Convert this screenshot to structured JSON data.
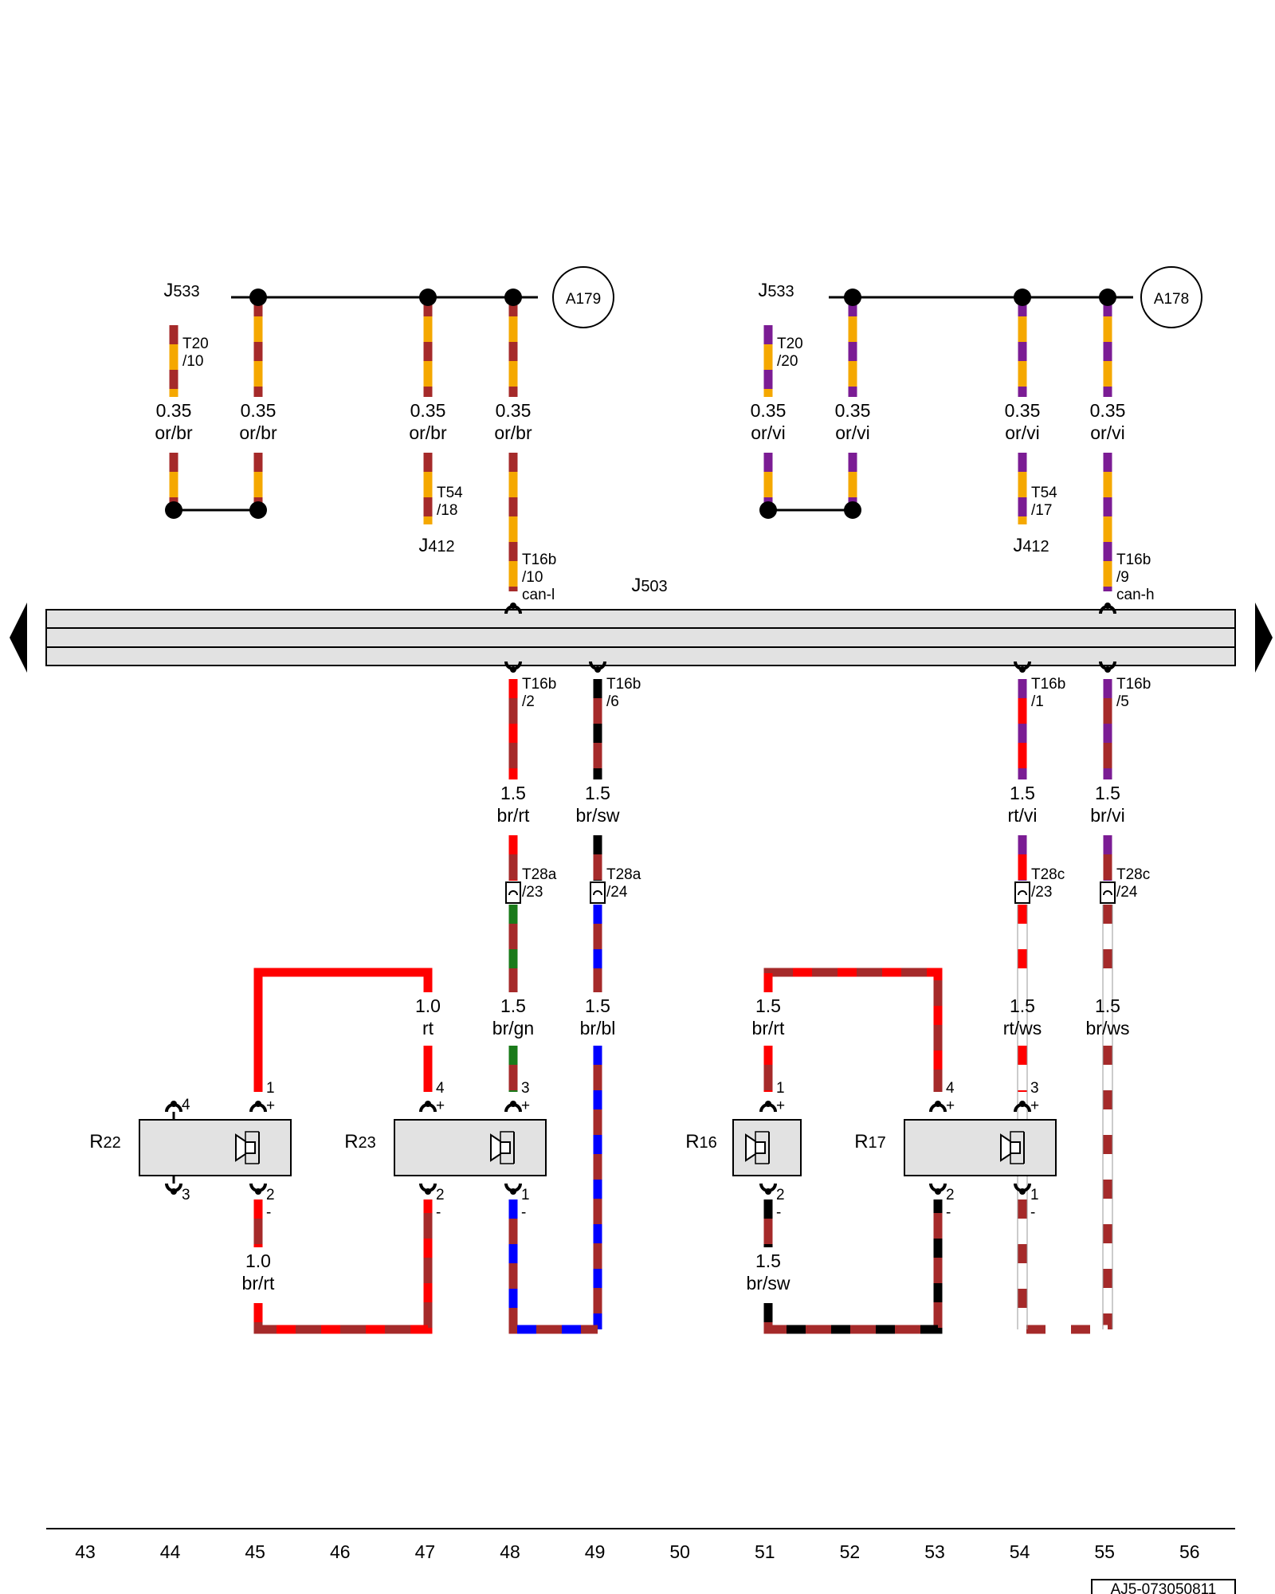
{
  "components": {
    "j533_left": "J533",
    "j533_right": "J533",
    "a179": "A179",
    "a178": "A178",
    "j412_left": "J412",
    "j412_right": "J412",
    "j503": "J503",
    "r22": "R22",
    "r23": "R23",
    "r16": "R16",
    "r17": "R17"
  },
  "wires": {
    "w44": {
      "size": "0.35",
      "color": "or/br"
    },
    "w45": {
      "size": "0.35",
      "color": "or/br"
    },
    "w47": {
      "size": "0.35",
      "color": "or/br"
    },
    "w48_top": {
      "size": "0.35",
      "color": "or/br"
    },
    "w51": {
      "size": "0.35",
      "color": "or/vi"
    },
    "w52": {
      "size": "0.35",
      "color": "or/vi"
    },
    "w54_top": {
      "size": "0.35",
      "color": "or/vi"
    },
    "w55_top": {
      "size": "0.35",
      "color": "or/vi"
    },
    "w48_mid": {
      "size": "1.5",
      "color": "br/rt"
    },
    "w49_mid": {
      "size": "1.5",
      "color": "br/sw"
    },
    "w54_mid": {
      "size": "1.5",
      "color": "rt/vi"
    },
    "w55_mid": {
      "size": "1.5",
      "color": "br/vi"
    },
    "w47_low": {
      "size": "1.0",
      "color": "rt"
    },
    "w48_low": {
      "size": "1.5",
      "color": "br/gn"
    },
    "w49_low": {
      "size": "1.5",
      "color": "br/bl"
    },
    "w51_low": {
      "size": "1.5",
      "color": "br/rt"
    },
    "w54_low": {
      "size": "1.5",
      "color": "rt/ws"
    },
    "w55_low": {
      "size": "1.5",
      "color": "br/ws"
    },
    "w45_bot": {
      "size": "1.0",
      "color": "br/rt"
    },
    "w51_bot": {
      "size": "1.5",
      "color": "br/sw"
    }
  },
  "connectors": {
    "t20_10": [
      "T20",
      "/10"
    ],
    "t20_20": [
      "T20",
      "/20"
    ],
    "t54_18": [
      "T54",
      "/18"
    ],
    "t54_17": [
      "T54",
      "/17"
    ],
    "t16b_10": [
      "T16b",
      "/10",
      "can-l"
    ],
    "t16b_9": [
      "T16b",
      "/9",
      "can-h"
    ],
    "t16b_2": [
      "T16b",
      "/2"
    ],
    "t16b_6": [
      "T16b",
      "/6"
    ],
    "t16b_1": [
      "T16b",
      "/1"
    ],
    "t16b_5": [
      "T16b",
      "/5"
    ],
    "t28a_23": [
      "T28a",
      "/23"
    ],
    "t28a_24": [
      "T28a",
      "/24"
    ],
    "t28c_23": [
      "T28c",
      "/23"
    ],
    "t28c_24": [
      "T28c",
      "/24"
    ]
  },
  "pins": {
    "r22_1": "1",
    "r22_2": "2",
    "r22_3": "3",
    "r22_4": "4",
    "r23_4": "4",
    "r23_3": "3",
    "r23_2": "2",
    "r23_1": "1",
    "r16_1": "1",
    "r16_2": "2",
    "r17_4": "4",
    "r17_3": "3",
    "r17_2": "2",
    "r17_1": "1",
    "plus": "+",
    "minus": "-"
  },
  "grid_numbers": [
    "43",
    "44",
    "45",
    "46",
    "47",
    "48",
    "49",
    "50",
    "51",
    "52",
    "53",
    "54",
    "55",
    "56"
  ],
  "footer_id": "AJ5-073050811",
  "wire_colors": {
    "or": "#f5a800",
    "br": "#a52a2a",
    "vi": "#7b1c94",
    "rt": "#ff0000",
    "sw": "#000000",
    "gn": "#1a7a1a",
    "bl": "#0000ff",
    "ws": "#ffffff"
  }
}
